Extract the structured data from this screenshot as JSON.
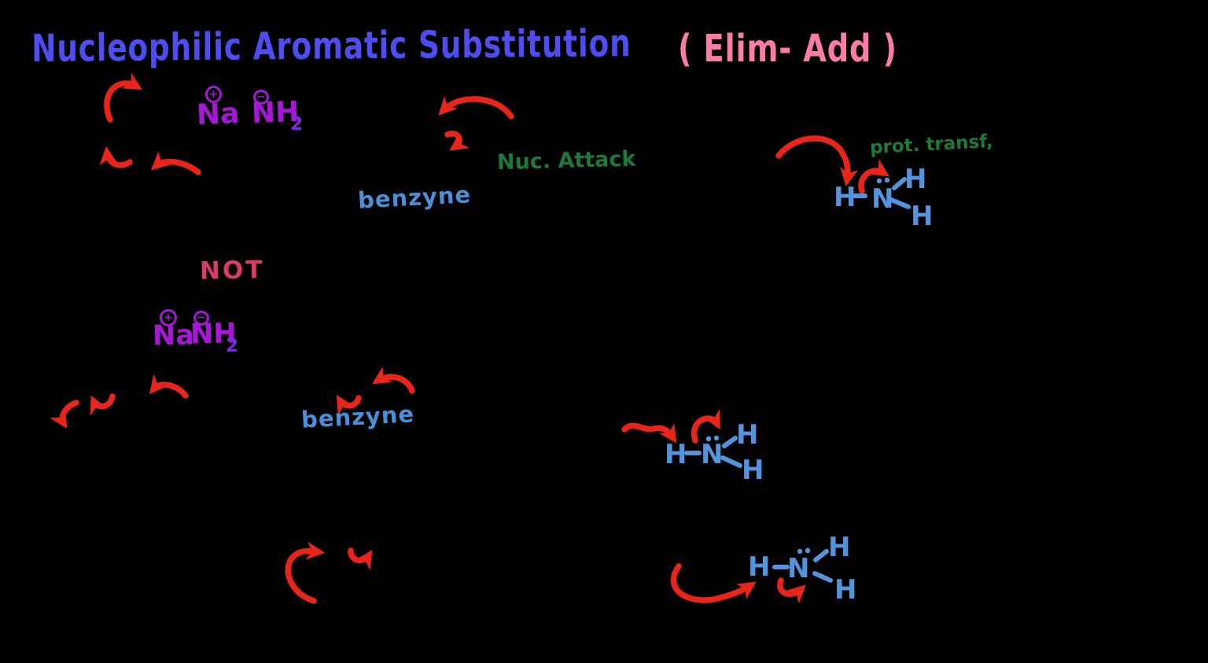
{
  "background_color": "#000000",
  "title": {
    "main": "Nucleophilic Aromatic Substitution",
    "annotation": "( Elim- Add )"
  },
  "labels": {
    "nuc_attack": "Nuc. Attack",
    "benzyne": "benzyne",
    "prot_transf": "prot. transf,",
    "not": "NOT"
  },
  "reagents": {
    "cation": "Na",
    "anion": "NH",
    "anion_subscript": "2",
    "plus_sign": "+",
    "minus_sign": "−"
  },
  "atoms": {
    "hydrogen": "H",
    "nitrogen": "N"
  },
  "colors": {
    "title_blue": "#4d4df0",
    "annotation_pink": "#fb7ca8",
    "arrow_red": "#e8251a",
    "reagent_purple": "#a816d8",
    "subscript_violet": "#7d2be2",
    "label_green": "#1d7a38",
    "benzyne_blue": "#4a90d9",
    "molecule_blue": "#5494dc",
    "not_pink": "#dd3a6a"
  }
}
